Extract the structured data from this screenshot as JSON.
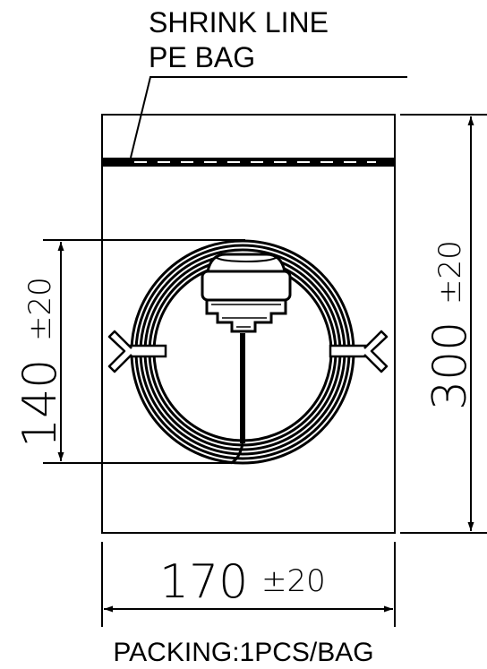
{
  "labels": {
    "shrink_line": "SHRINK LINE",
    "pe_bag": "PE BAG",
    "packing": "PACKING:1PCS/BAG"
  },
  "dimensions": {
    "height": {
      "value": "300",
      "tolerance": "±20"
    },
    "width": {
      "value": "170",
      "tolerance": "±20"
    },
    "coil_diameter": {
      "value": "140",
      "tolerance": "±20"
    }
  },
  "colors": {
    "ink": "#000000",
    "background": "#ffffff"
  }
}
